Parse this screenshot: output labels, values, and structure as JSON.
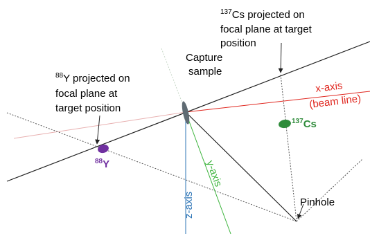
{
  "labels": {
    "cs_projected": [
      "Cs projected on",
      "focal plane at target",
      "position"
    ],
    "cs_projected_mass": "137",
    "y_projected": [
      "Y projected on",
      "focal plane at",
      "target position"
    ],
    "y_projected_mass": "88",
    "capture_sample": [
      "Capture",
      "sample"
    ],
    "x_axis": "x-axis",
    "beam_line": "(beam line)",
    "y_axis": "y-axis",
    "z_axis": "z-axis",
    "pinhole": "Pinhole",
    "cs_source_mass": "137",
    "cs_source_element": "Cs",
    "y_source_mass": "88",
    "y_source_element": "Y"
  },
  "colors": {
    "x_axis": "#e0271f",
    "y_axis": "#3cb43c",
    "z_axis": "#2e75b6",
    "cs_source": "#2e8b3a",
    "y_source": "#7030a0",
    "sample": "#5f6b73",
    "line_dark": "#222222",
    "dotted": "#555555"
  }
}
